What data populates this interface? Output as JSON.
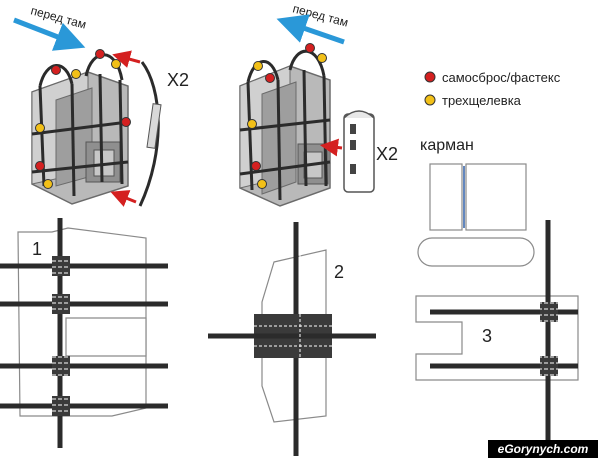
{
  "direction_label_left": "перед там",
  "direction_label_right": "перед там",
  "multiplier_left": "X2",
  "multiplier_right": "X2",
  "legend": {
    "items": [
      {
        "label": "самосброс/фастекс",
        "color": "#d42020"
      },
      {
        "label": "трехщелевка",
        "color": "#f2c018"
      }
    ]
  },
  "pocket_label": "карман",
  "pattern_numbers": [
    "1",
    "2",
    "3"
  ],
  "watermark": "eGorynych.com",
  "colors": {
    "arrow_blue": "#2a98d8",
    "arrow_red": "#d42020",
    "strap": "#2b2b2b",
    "panel_stroke": "#8a8a8a",
    "panel_fill": "#ffffff",
    "body_gray": "#b9b9b9",
    "body_dark": "#8f8f8f",
    "pocket_stitch": "#2f5fa8",
    "watermark_bg": "#000000",
    "watermark_text": "#ffffff"
  },
  "icons": [
    "direction-arrow",
    "red-arrow",
    "strap-loop",
    "pocket-unit"
  ]
}
